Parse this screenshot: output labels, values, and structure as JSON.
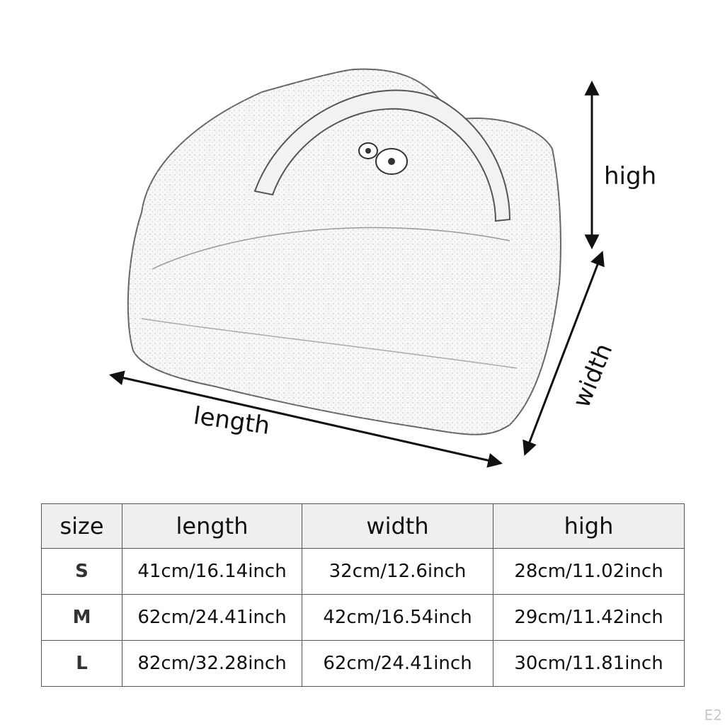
{
  "diagram": {
    "labels": {
      "high": "high",
      "width": "width",
      "length": "length"
    }
  },
  "table": {
    "headers": [
      "size",
      "length",
      "width",
      "high"
    ],
    "rows": [
      [
        "S",
        "41cm/16.14inch",
        "32cm/12.6inch",
        "28cm/11.02inch"
      ],
      [
        "M",
        "62cm/24.41inch",
        "42cm/16.54inch",
        "29cm/11.42inch"
      ],
      [
        "L",
        "82cm/32.28inch",
        "62cm/24.41inch",
        "30cm/11.81inch"
      ]
    ]
  },
  "corner_mark": "E2"
}
